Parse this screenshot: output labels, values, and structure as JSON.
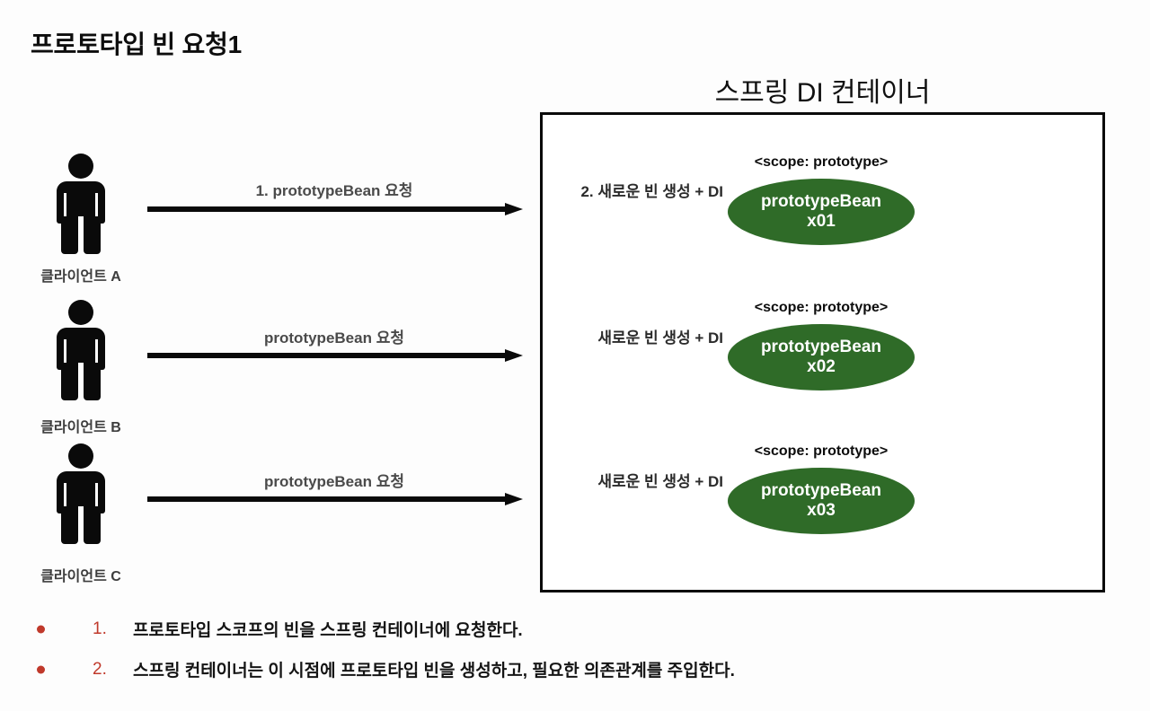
{
  "slide": {
    "title": "프로토타입 빈 요청1",
    "background_color": "#fdfdfd"
  },
  "container": {
    "title": "스프링 DI 컨테이너",
    "border_color": "#0a0a0a"
  },
  "accent_colors": {
    "bean_green": "#2f6b28",
    "bullet_red": "#c0392b",
    "arrow_black": "#0a0a0a"
  },
  "clients": [
    {
      "label": "클라이언트 A",
      "icon": "person-icon"
    },
    {
      "label": "클라이언트 B",
      "icon": "person-icon"
    },
    {
      "label": "클라이언트 C",
      "icon": "person-icon"
    }
  ],
  "requests": [
    {
      "label": "1. prototypeBean 요청"
    },
    {
      "label": "prototypeBean 요청"
    },
    {
      "label": "prototypeBean 요청"
    }
  ],
  "beans": [
    {
      "create_label": "2. 새로운 빈 생성 + DI",
      "scope": "<scope: prototype>",
      "name": "prototypeBean",
      "instance": "x01"
    },
    {
      "create_label": "새로운 빈 생성 + DI",
      "scope": "<scope: prototype>",
      "name": "prototypeBean",
      "instance": "x02"
    },
    {
      "create_label": "새로운 빈 생성 + DI",
      "scope": "<scope: prototype>",
      "name": "prototypeBean",
      "instance": "x03"
    }
  ],
  "notes": [
    {
      "number": "1.",
      "text": "프로토타입 스코프의 빈을 스프링 컨테이너에 요청한다."
    },
    {
      "number": "2.",
      "text": "스프링 컨테이너는 이 시점에 프로토타입 빈을 생성하고, 필요한 의존관계를 주입한다."
    }
  ]
}
